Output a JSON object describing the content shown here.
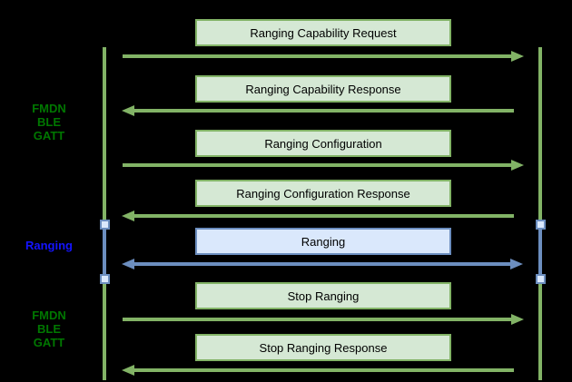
{
  "diagram": {
    "type": "sequence-diagram",
    "description": "Ranging protocol message flow between two lifelines"
  },
  "colors": {
    "background": "#000000",
    "green_box_fill": "#d5e8d4",
    "green_stroke": "#82b366",
    "blue_box_fill": "#dae8fc",
    "blue_stroke": "#6c8ebf",
    "side_label_green": "#007700",
    "side_label_blue": "#1414ff",
    "box_text": "#000000"
  },
  "side_labels": [
    {
      "text": "FMDN\nBLE\nGATT",
      "color": "#007700"
    },
    {
      "text": "Ranging",
      "color": "#1414ff"
    },
    {
      "text": "FMDN\nBLE\nGATT",
      "color": "#007700"
    }
  ],
  "messages": [
    {
      "label": "Ranging Capability Request",
      "direction": "right",
      "theme": "green"
    },
    {
      "label": "Ranging Capability Response",
      "direction": "left",
      "theme": "green"
    },
    {
      "label": "Ranging Configuration",
      "direction": "right",
      "theme": "green"
    },
    {
      "label": "Ranging Configuration Response",
      "direction": "left",
      "theme": "green"
    },
    {
      "label": "Ranging",
      "direction": "both",
      "theme": "blue"
    },
    {
      "label": "Stop Ranging",
      "direction": "right",
      "theme": "green"
    },
    {
      "label": "Stop Ranging Response",
      "direction": "left",
      "theme": "green"
    }
  ]
}
